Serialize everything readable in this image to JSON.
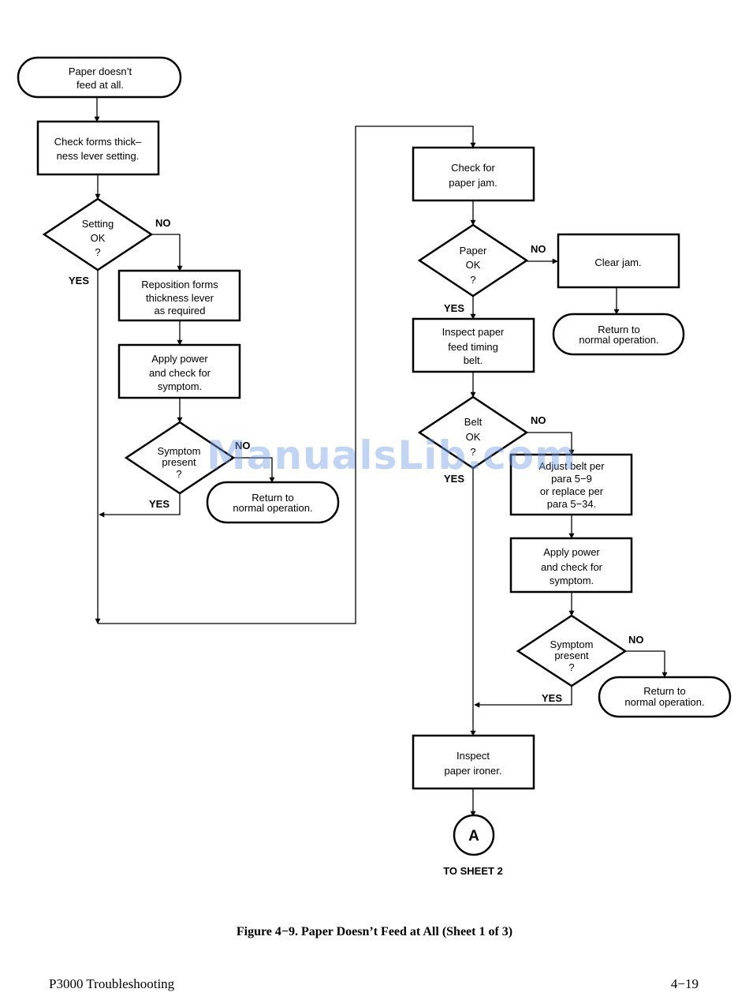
{
  "flowchart": {
    "start": [
      "Paper doesn’t",
      "feed at all."
    ],
    "check_forms": [
      "Check forms thick–",
      "ness lever setting."
    ],
    "setting_ok": [
      "Setting",
      "OK",
      "?"
    ],
    "reposition": [
      "Reposition forms",
      "thickness lever",
      "as required"
    ],
    "apply_power_1": [
      "Apply power",
      "and check for",
      "symptom."
    ],
    "symptom_1": [
      "Symptom",
      "present",
      "?"
    ],
    "return_1": [
      "Return to",
      "normal operation."
    ],
    "check_jam": [
      "Check for",
      "paper jam."
    ],
    "paper_ok": [
      "Paper",
      "OK",
      "?"
    ],
    "clear_jam": [
      "Clear jam."
    ],
    "return_2": [
      "Return to",
      "normal operation."
    ],
    "inspect_belt": [
      "Inspect paper",
      "feed timing",
      "belt."
    ],
    "belt_ok": [
      "Belt",
      "OK",
      "?"
    ],
    "adjust_belt": [
      "Adjust belt per",
      "para 5−9",
      "or replace per",
      "para 5−34."
    ],
    "apply_power_2": [
      "Apply power",
      "and check for",
      "symptom."
    ],
    "symptom_2": [
      "Symptom",
      "present",
      "?"
    ],
    "return_3": [
      "Return to",
      "normal operation."
    ],
    "inspect_ironer": [
      "Inspect",
      "paper ironer."
    ],
    "connector": "A",
    "to_sheet": "TO SHEET 2",
    "labels": {
      "yes": "YES",
      "no": "NO"
    }
  },
  "watermark": "ManualsLib.com",
  "caption": "Figure 4−9. Paper Doesn’t Feed at All (Sheet 1 of 3)",
  "footer": {
    "left": "P3000 Troubleshooting",
    "right": "4−19"
  }
}
